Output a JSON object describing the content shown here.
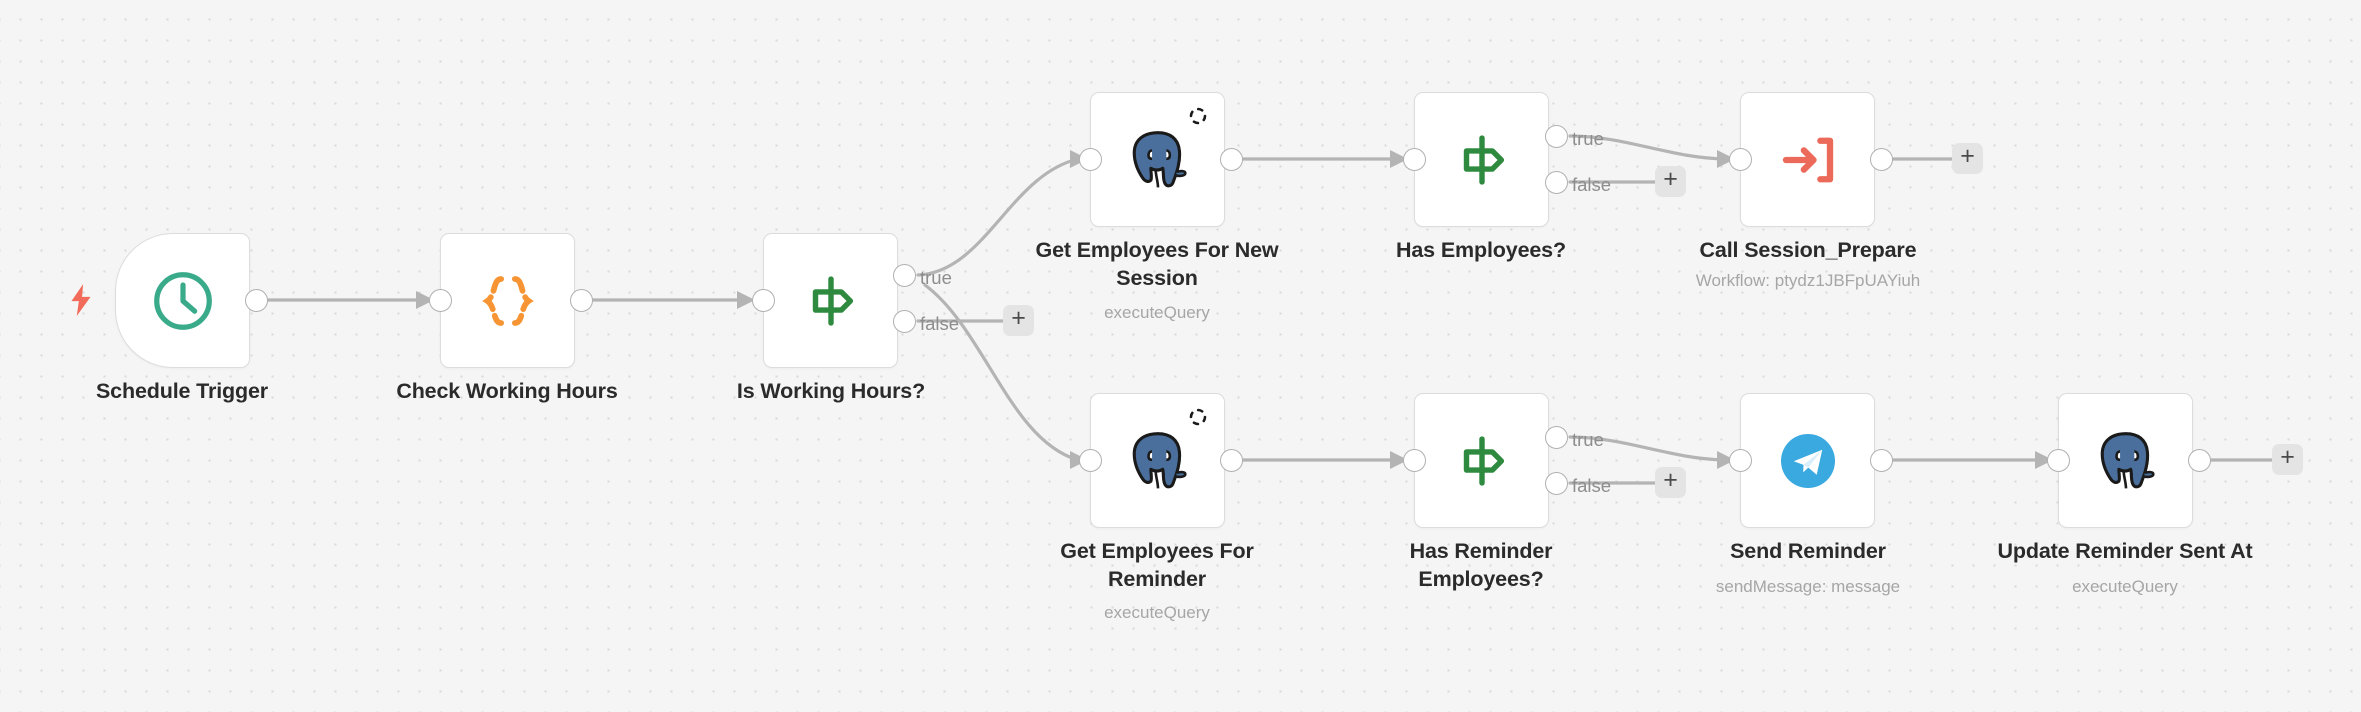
{
  "canvas": {
    "background_color": "#f5f5f5",
    "grid_dot_color": "#d9d9d9",
    "app": "n8n-workflow-canvas"
  },
  "palette": {
    "edge": "#b4b4b4",
    "node_border": "#dcdcdc",
    "label_text": "#2b2b2b",
    "subtitle_text": "#a6a6a6",
    "port_label_text": "#8d8d8d",
    "trigger_bolt": "#f26b5a",
    "schedule_clock": "#3aab8a",
    "code_braces": "#f79433",
    "if_signpost": "#2d8a3e",
    "postgres_elephant": "#4a6f9c",
    "execute_workflow_arrow": "#eb6a5a",
    "telegram_blue": "#39a9e0",
    "plus_button_bg": "#e4e4e4"
  },
  "nodes": [
    {
      "id": "schedule-trigger",
      "label": "Schedule Trigger",
      "subtitle": "",
      "icon": "clock-icon",
      "kind": "trigger",
      "pinned": false
    },
    {
      "id": "check-working-hours",
      "label": "Check Working Hours",
      "subtitle": "",
      "icon": "code-braces-icon",
      "kind": "code",
      "pinned": false
    },
    {
      "id": "is-working-hours",
      "label": "Is Working Hours?",
      "subtitle": "",
      "icon": "signpost-icon",
      "kind": "if",
      "pinned": false
    },
    {
      "id": "get-employees-for-new-session",
      "label": "Get Employees For New\nSession",
      "subtitle": "executeQuery",
      "icon": "postgres-elephant-icon",
      "kind": "postgres",
      "pinned": true
    },
    {
      "id": "has-employees",
      "label": "Has Employees?",
      "subtitle": "",
      "icon": "signpost-icon",
      "kind": "if",
      "pinned": false
    },
    {
      "id": "call-session-prepare",
      "label": "Call Session_Prepare",
      "subtitle": "Workflow: ptydz1JBFpUAYiuh",
      "icon": "execute-workflow-icon",
      "kind": "execute-workflow",
      "pinned": false
    },
    {
      "id": "get-employees-for-reminder",
      "label": "Get Employees For\nReminder",
      "subtitle": "executeQuery",
      "icon": "postgres-elephant-icon",
      "kind": "postgres",
      "pinned": true
    },
    {
      "id": "has-reminder-employees",
      "label": "Has Reminder\nEmployees?",
      "subtitle": "",
      "icon": "signpost-icon",
      "kind": "if",
      "pinned": false
    },
    {
      "id": "send-reminder",
      "label": "Send Reminder",
      "subtitle": "sendMessage: message",
      "icon": "telegram-icon",
      "kind": "telegram",
      "pinned": false
    },
    {
      "id": "update-reminder-sent-at",
      "label": "Update Reminder Sent At",
      "subtitle": "executeQuery",
      "icon": "postgres-elephant-icon",
      "kind": "postgres",
      "pinned": false
    }
  ],
  "port_labels": {
    "is_working_hours_true": "true",
    "is_working_hours_false": "false",
    "has_employees_true": "true",
    "has_employees_false": "false",
    "has_reminder_employees_true": "true",
    "has_reminder_employees_false": "false"
  },
  "plus_buttons": {
    "is_working_hours_false": "+",
    "has_employees_false": "+",
    "call_session_prepare_output": "+",
    "has_reminder_employees_false": "+",
    "update_reminder_sent_at_output": "+"
  }
}
